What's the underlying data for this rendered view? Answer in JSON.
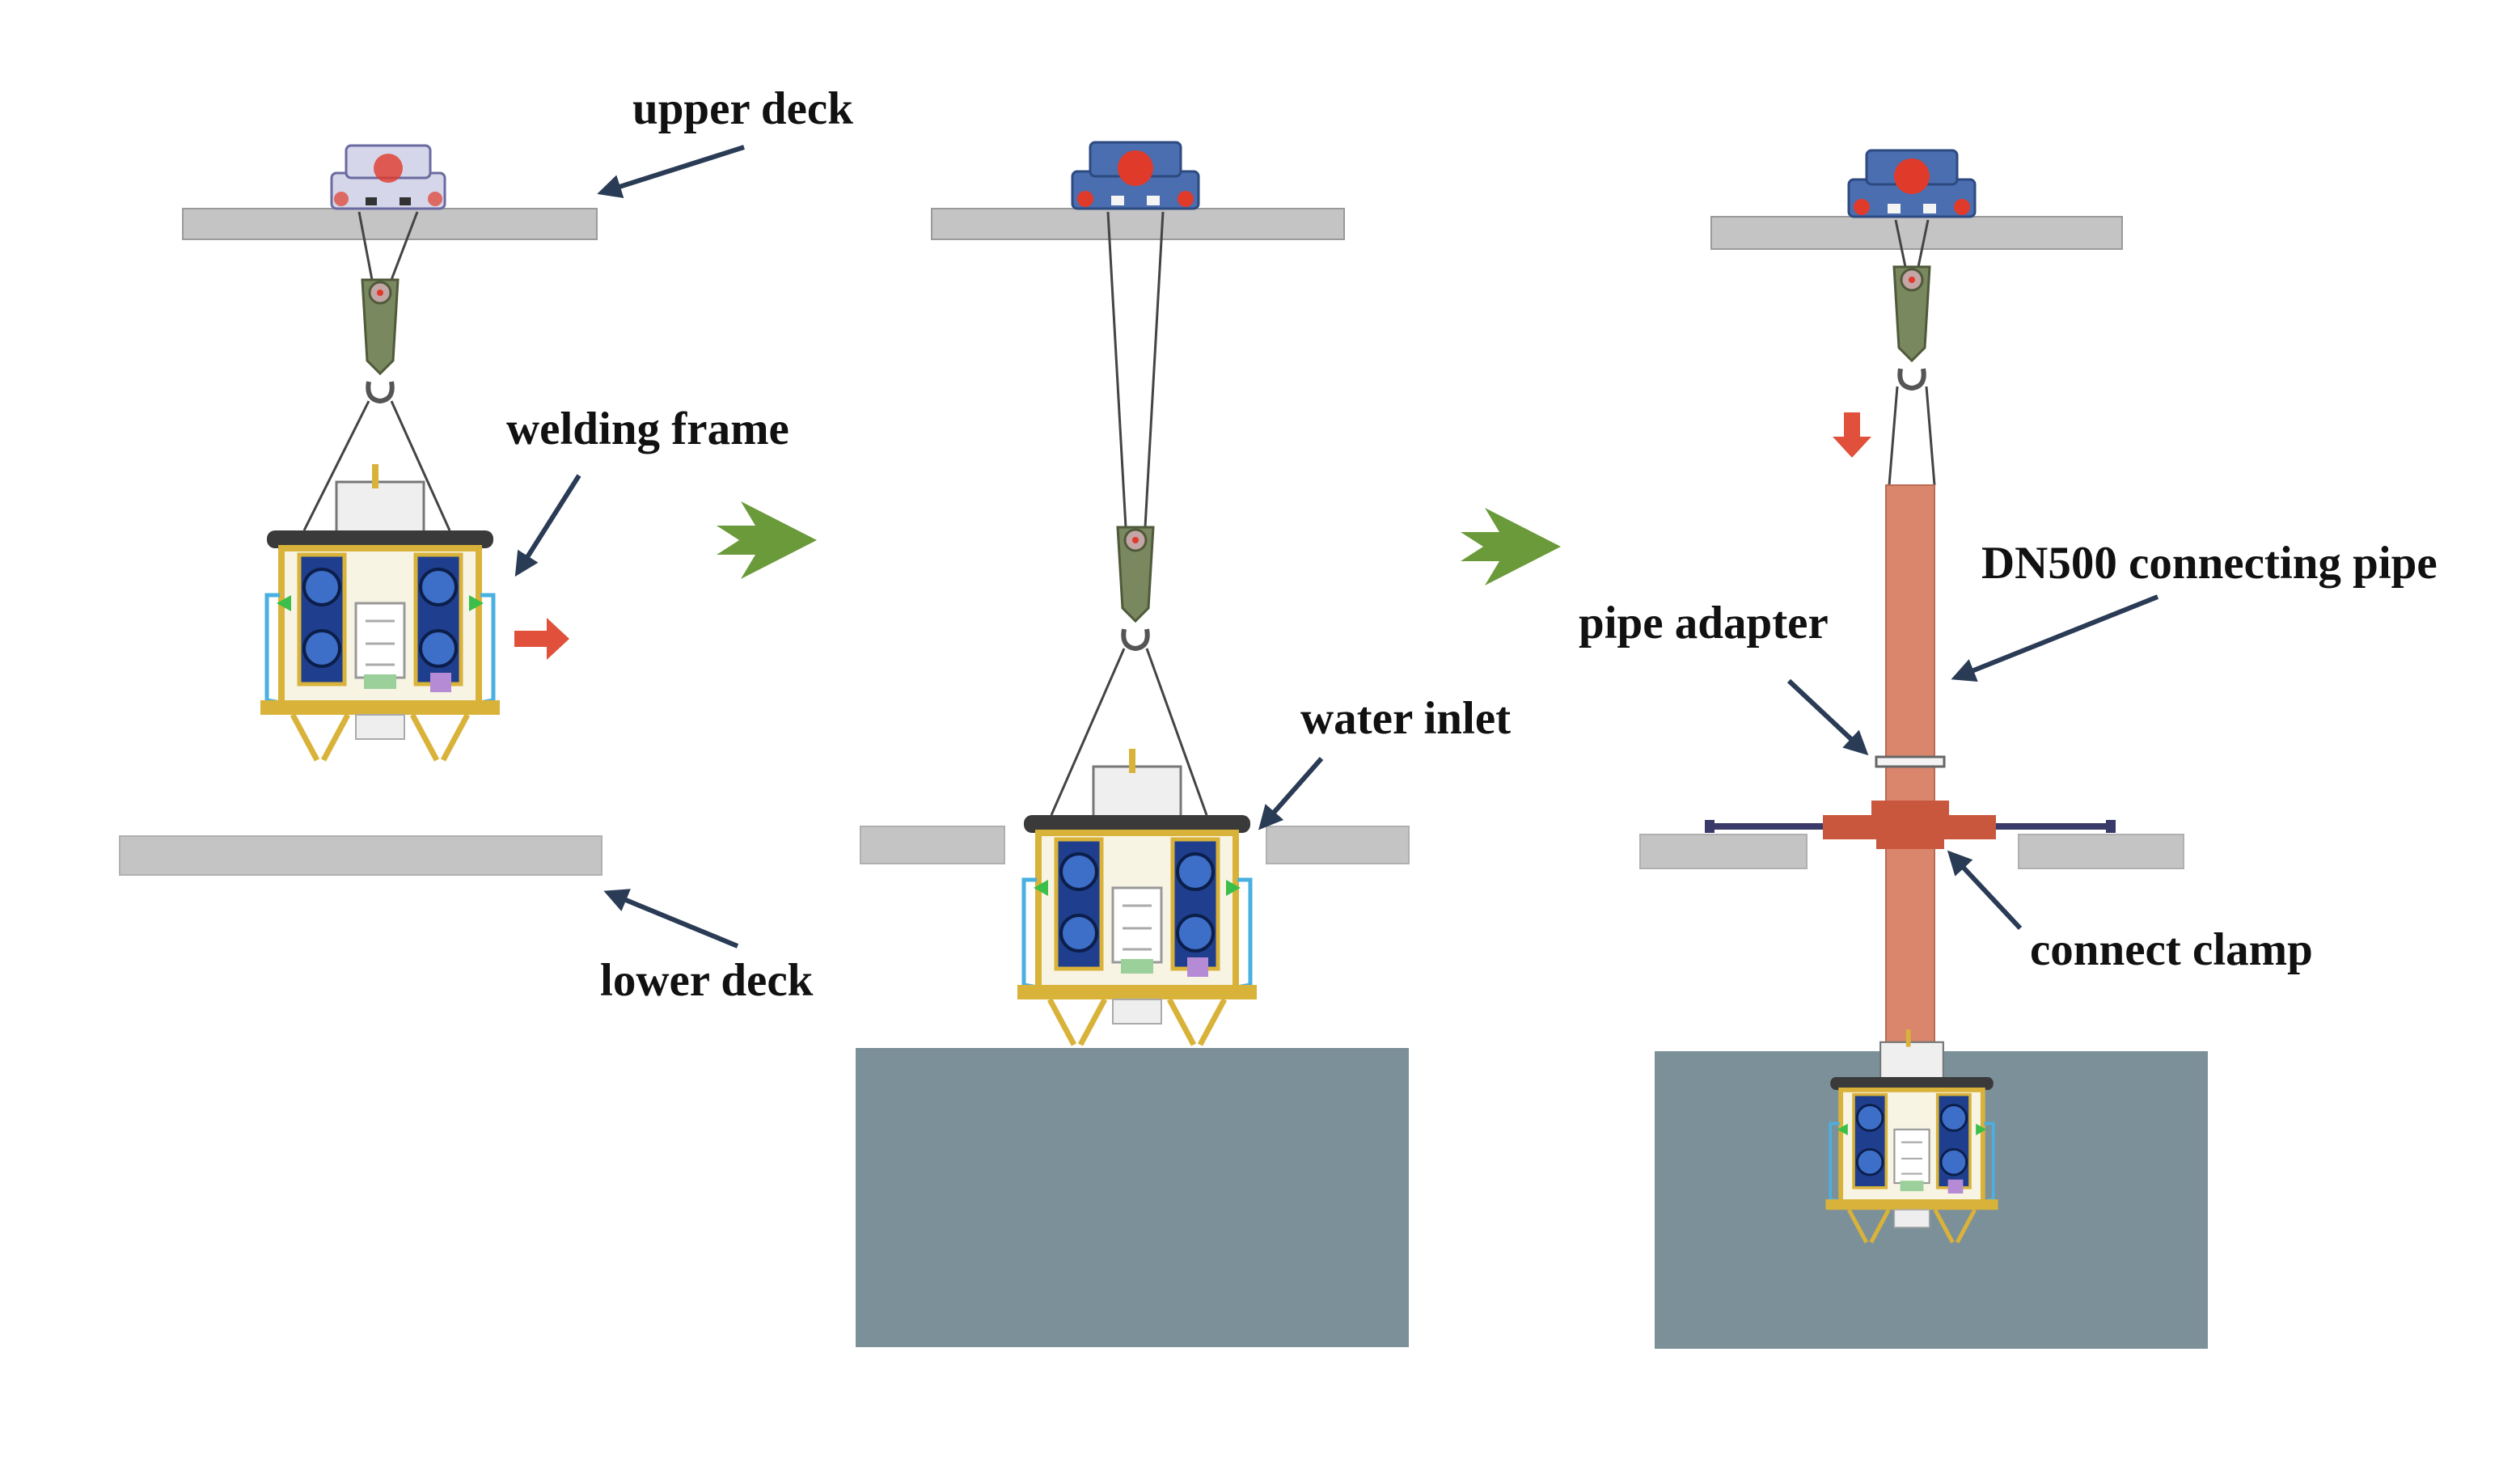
{
  "labels": {
    "upper_deck": "upper deck",
    "welding_frame": "welding frame",
    "lower_deck": "lower deck",
    "water_inlet": "water inlet",
    "pipe_adapter": "pipe adapter",
    "dn500_pipe": "DN500 connecting pipe",
    "connect_clamp": "connect clamp"
  },
  "colors": {
    "deck": "#c4c4c4",
    "deck_edge": "#9a9a9a",
    "water": "#7c909a",
    "hoist": "#4a6eb0",
    "hoist_light": "#d6d6ea",
    "hoist_red": "#e03a2a",
    "hook": "#7a8860",
    "frame_yellow": "#d9b23a",
    "frame_blue": "#1f3f8e",
    "pipe": "#d9866c",
    "clamp": "#c9573e",
    "flow_arrow": "#6a9a3a",
    "move_arrow": "#e0503a",
    "pointer": "#2a3b55"
  }
}
